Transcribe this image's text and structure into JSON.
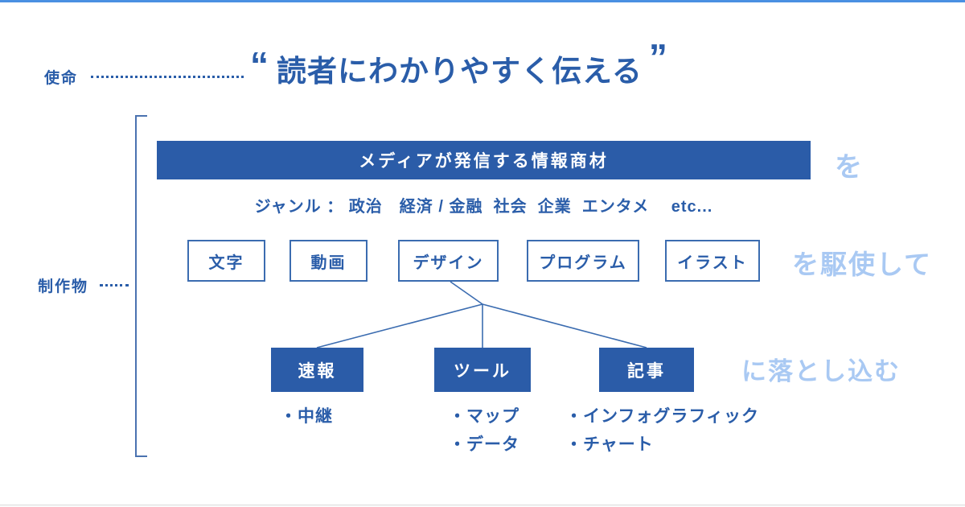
{
  "mission": {
    "label": "使命",
    "quote_open": "“",
    "title": "読者にわかりやすく伝える",
    "quote_close": "”"
  },
  "deliverables": {
    "label": "制作物",
    "banner_text": "メディアが発信する情報商材",
    "particle_after_banner": "を",
    "genre_line": "ジャンル ： 政治　経済 / 金融  社会  企業  エンタメ　 etc...",
    "skills": [
      "文字",
      "動画",
      "デザイン",
      "プログラム",
      "イラスト"
    ],
    "skills_suffix": "を駆使して",
    "outputs": [
      {
        "title": "速報",
        "items": [
          "・中継"
        ]
      },
      {
        "title": "ツール",
        "items": [
          "・マップ",
          "・データ"
        ]
      },
      {
        "title": "記事",
        "items": [
          "・インフォグラフィック",
          "・チャート"
        ]
      }
    ],
    "outputs_suffix": "に落とし込む"
  },
  "colors": {
    "ink_blue": "#2a5da9",
    "fill_blue": "#2b5ca8",
    "light_blue": "#a9c9f3",
    "accent_bar": "#4a90e2"
  }
}
